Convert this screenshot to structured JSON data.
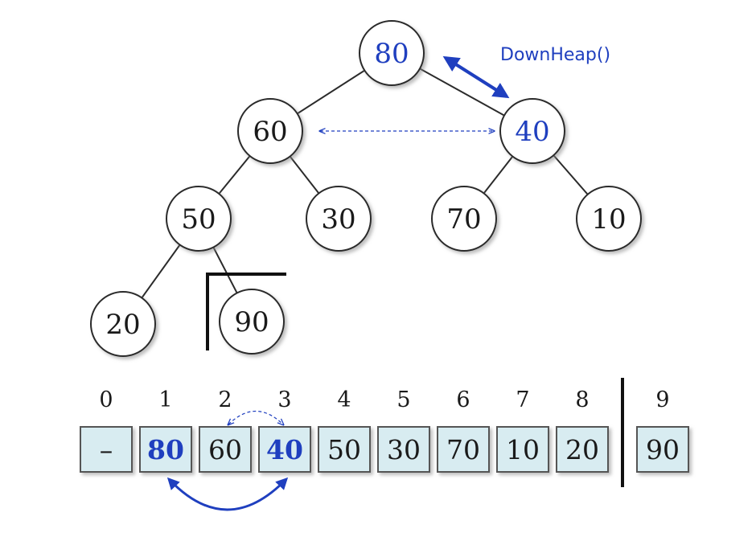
{
  "colors": {
    "highlight": "#1f3fbf",
    "cell_fill": "#d8ecf1",
    "line": "#2b2b2b"
  },
  "annotation": {
    "label": "DownHeap()"
  },
  "tree": {
    "nodes": [
      {
        "id": "n80",
        "value": "80",
        "highlight": true
      },
      {
        "id": "n60",
        "value": "60",
        "highlight": false
      },
      {
        "id": "n40",
        "value": "40",
        "highlight": true
      },
      {
        "id": "n50",
        "value": "50",
        "highlight": false
      },
      {
        "id": "n30",
        "value": "30",
        "highlight": false
      },
      {
        "id": "n70",
        "value": "70",
        "highlight": false
      },
      {
        "id": "n10",
        "value": "10",
        "highlight": false
      },
      {
        "id": "n20",
        "value": "20",
        "highlight": false
      },
      {
        "id": "n90",
        "value": "90",
        "highlight": false
      }
    ],
    "edges": [
      [
        "n80",
        "n60"
      ],
      [
        "n80",
        "n40"
      ],
      [
        "n60",
        "n50"
      ],
      [
        "n60",
        "n30"
      ],
      [
        "n40",
        "n70"
      ],
      [
        "n40",
        "n10"
      ],
      [
        "n50",
        "n20"
      ],
      [
        "n50",
        "n90"
      ]
    ]
  },
  "array": {
    "indices": [
      "0",
      "1",
      "2",
      "3",
      "4",
      "5",
      "6",
      "7",
      "8",
      "9"
    ],
    "values": [
      "–",
      "80",
      "60",
      "40",
      "50",
      "30",
      "70",
      "10",
      "20",
      "90"
    ],
    "highlight": [
      false,
      true,
      false,
      true,
      false,
      false,
      false,
      false,
      false,
      false
    ]
  }
}
